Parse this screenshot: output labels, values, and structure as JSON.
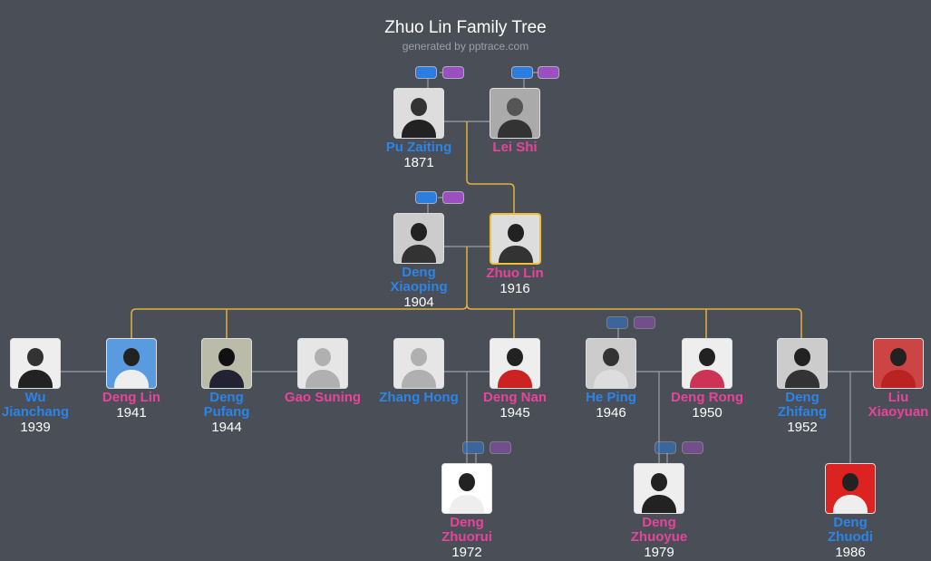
{
  "header": {
    "title": "Zhuo Lin Family Tree",
    "subtitle": "generated by pptrace.com"
  },
  "colors": {
    "background": "#4a4f57",
    "male": "#2b84e8",
    "female": "#e8439a",
    "lineage": "#e0b040",
    "spouse_link": "#9aa0a8"
  },
  "people": [
    {
      "name": "Pu Zaiting",
      "year": "1871",
      "gender": "m",
      "photo": true
    },
    {
      "name": "Lei Shi",
      "year": "",
      "gender": "f",
      "photo": true
    },
    {
      "name": "Deng Xiaoping",
      "year": "1904",
      "gender": "m",
      "photo": true
    },
    {
      "name": "Zhuo Lin",
      "year": "1916",
      "gender": "f",
      "photo": true,
      "selected": true
    },
    {
      "name": "Wu Jianchang",
      "year": "1939",
      "gender": "m",
      "photo": true
    },
    {
      "name": "Deng Lin",
      "year": "1941",
      "gender": "f",
      "photo": true
    },
    {
      "name": "Deng Pufang",
      "year": "1944",
      "gender": "m",
      "photo": true
    },
    {
      "name": "Gao Suning",
      "year": "",
      "gender": "f",
      "photo": false
    },
    {
      "name": "Zhang Hong",
      "year": "",
      "gender": "m",
      "photo": false
    },
    {
      "name": "Deng Nan",
      "year": "1945",
      "gender": "f",
      "photo": true
    },
    {
      "name": "He Ping",
      "year": "1946",
      "gender": "m",
      "photo": true
    },
    {
      "name": "Deng Rong",
      "year": "1950",
      "gender": "f",
      "photo": true
    },
    {
      "name": "Deng Zhifang",
      "year": "1952",
      "gender": "m",
      "photo": true
    },
    {
      "name": "Liu Xiaoyuan",
      "year": "",
      "gender": "f",
      "photo": true
    },
    {
      "name": "Deng Zhuorui",
      "year": "1972",
      "gender": "f",
      "photo": true
    },
    {
      "name": "Deng Zhuoyue",
      "year": "1979",
      "gender": "f",
      "photo": true
    },
    {
      "name": "Deng Zhuodi",
      "year": "1986",
      "gender": "m",
      "photo": true
    }
  ]
}
